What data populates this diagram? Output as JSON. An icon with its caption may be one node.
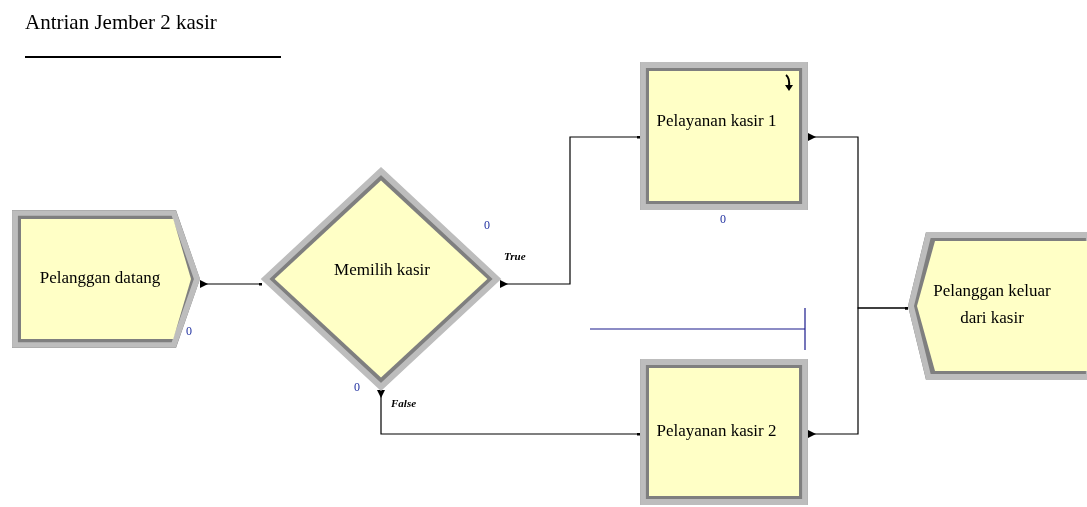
{
  "diagram": {
    "title": "Antrian Jember 2 kasir",
    "nodes": [
      {
        "text": [
          "Pelanggan datang"
        ],
        "beside": [
          "0"
        ]
      },
      {
        "text": [
          "Memilih kasir"
        ],
        "beside": [
          "0",
          "0"
        ]
      },
      {
        "text": [
          "Pelayanan kasir 1"
        ],
        "beside": [
          "0"
        ]
      },
      {
        "text": [
          "Pelayanan kasir 2"
        ]
      },
      {
        "text": [
          "Pelanggan keluar dari kasir"
        ]
      }
    ],
    "edges": [
      {
        "from": 0,
        "to": 1,
        "arrow": "other"
      },
      {
        "from": 1,
        "to": 2,
        "arrow": "other",
        "label": "True"
      },
      {
        "from": 1,
        "to": 3,
        "arrow": "other",
        "label": "False"
      },
      {
        "from": 2,
        "to": 4,
        "arrow": "other"
      },
      {
        "from": 3,
        "to": 4,
        "arrow": "other"
      }
    ]
  }
}
